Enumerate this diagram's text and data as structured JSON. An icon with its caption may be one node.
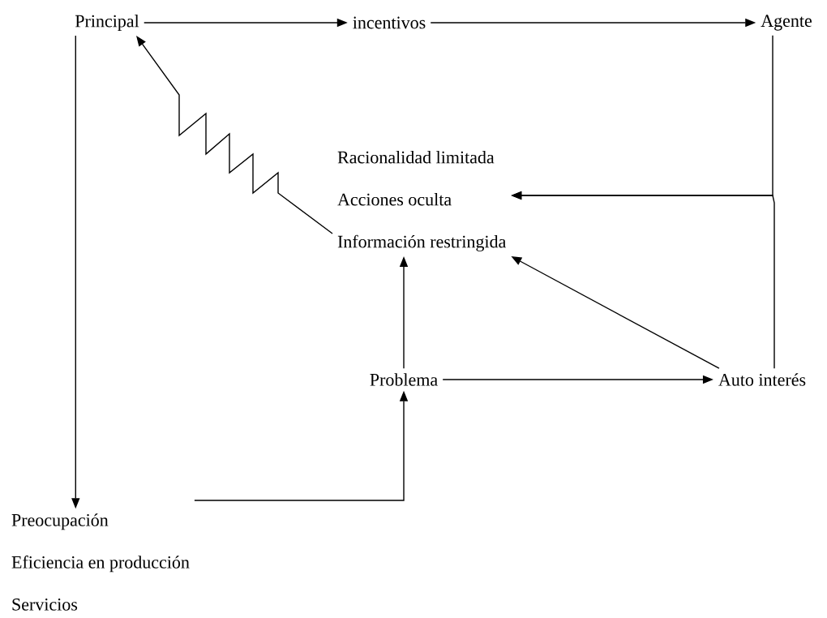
{
  "diagram": {
    "nodes": [
      {
        "text": [
          "Principal"
        ]
      },
      {
        "text": [
          "incentivos"
        ]
      },
      {
        "text": [
          "Agente"
        ]
      },
      {
        "text": [
          "Racionalidad  limitada",
          "Acciones oculta",
          "Información restringida"
        ]
      },
      {
        "text": [
          "Problema"
        ]
      },
      {
        "text": [
          "Auto interés"
        ]
      },
      {
        "text": [
          "Preocupación",
          "Eficiencia en producción",
          "Servicios"
        ]
      }
    ],
    "edges": [
      {
        "from": 0,
        "to": 1,
        "arrow": "to"
      },
      {
        "from": 1,
        "to": 2,
        "arrow": "to"
      },
      {
        "from": 0,
        "to": 6,
        "arrow": "to"
      },
      {
        "from": 3,
        "to": 0,
        "arrow": "to"
      },
      {
        "from": 2,
        "to": 3,
        "arrow": "to"
      },
      {
        "from": 5,
        "to": 3,
        "arrow": "to"
      },
      {
        "from": 5,
        "to": 3,
        "arrow": "to"
      },
      {
        "from": 4,
        "to": 3,
        "arrow": "to"
      },
      {
        "from": 4,
        "to": 5,
        "arrow": "to"
      },
      {
        "from": 6,
        "to": 4,
        "arrow": "to"
      }
    ]
  }
}
